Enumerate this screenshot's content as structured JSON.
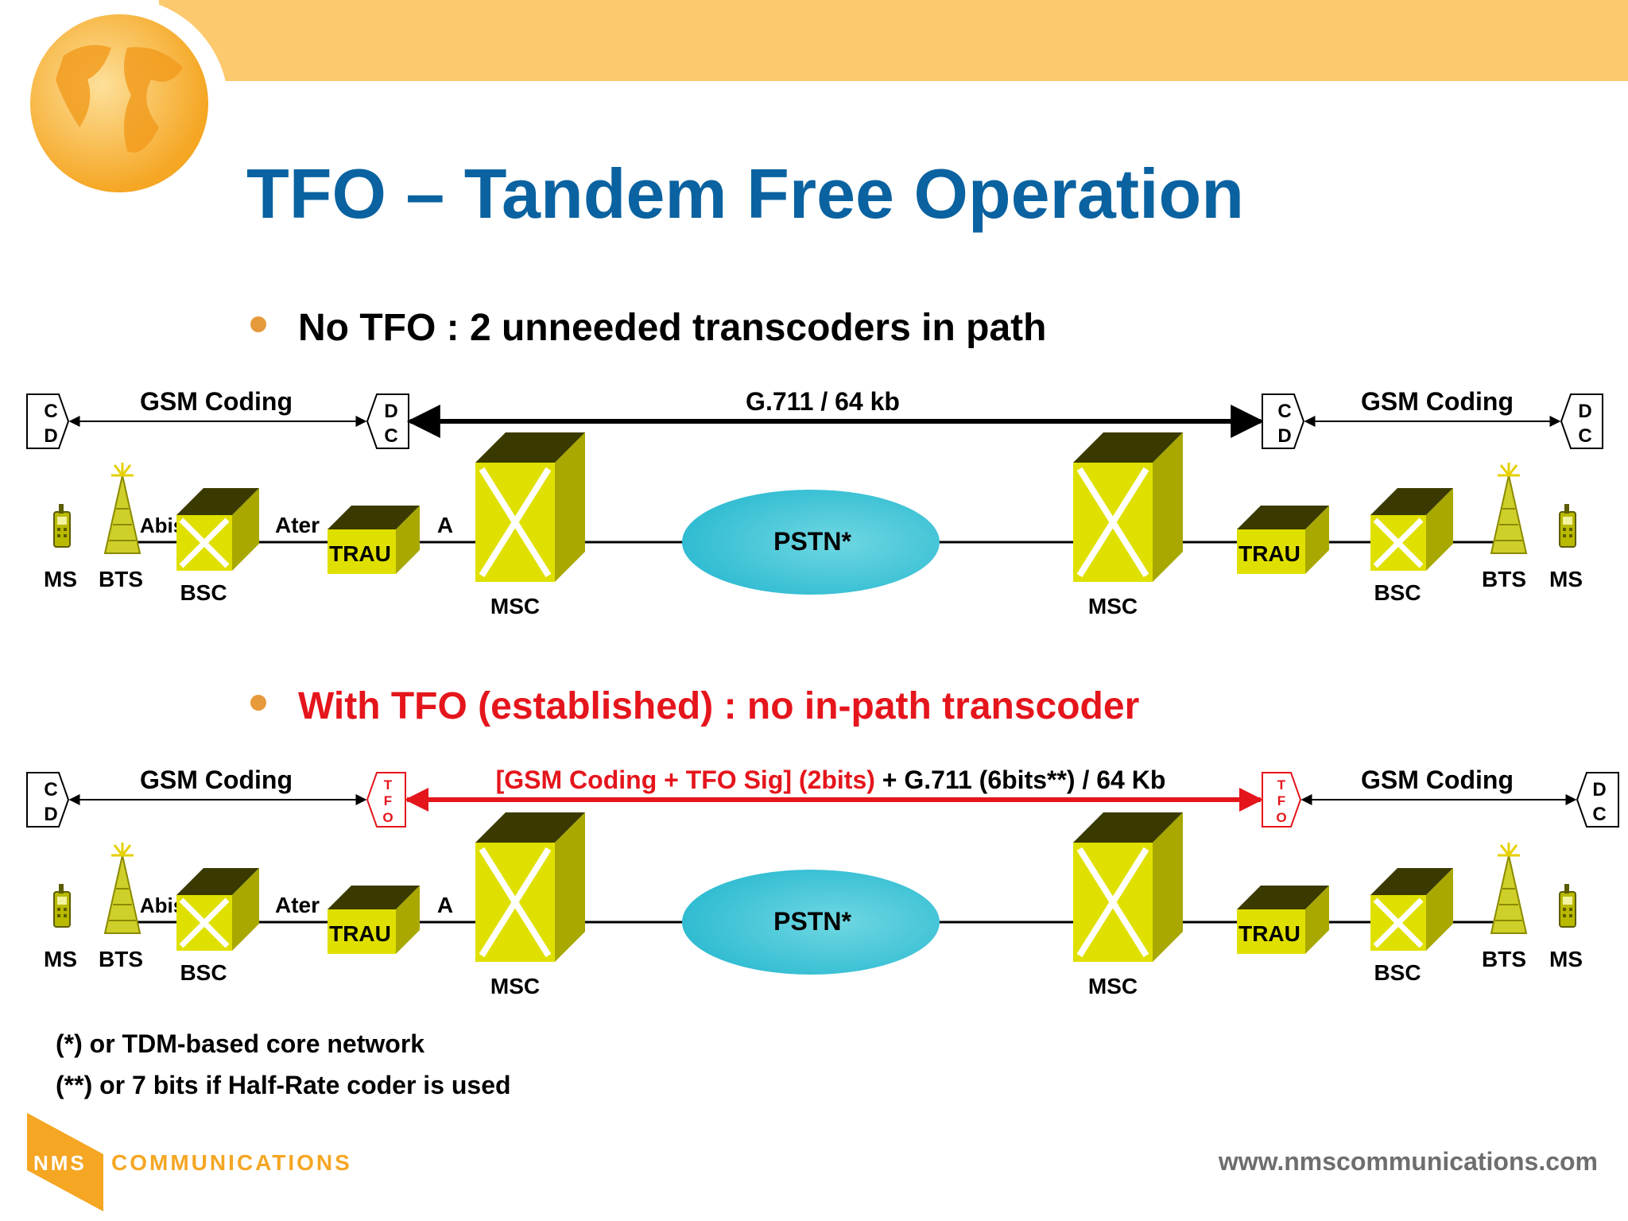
{
  "slide": {
    "title": "TFO – Tandem Free Operation",
    "colors": {
      "title": "#0a62a0",
      "accent_red": "#e5151c",
      "banner": "#fdc96e",
      "bullet": "#e69a3c",
      "equipment": "#d7d700",
      "cloud": "#3ec4d6",
      "footer_gray": "#6e6e6e"
    },
    "bullets": [
      {
        "text": "No TFO : 2 unneeded transcoders in path"
      },
      {
        "text": "With TFO (established) : no in-path transcoder"
      }
    ],
    "section1": {
      "left_codec": [
        "C",
        "D"
      ],
      "left_dc": [
        "D",
        "C"
      ],
      "right_cd": [
        "C",
        "D"
      ],
      "right_dc": [
        "D",
        "C"
      ],
      "gsm_coding_left": "GSM Coding",
      "gsm_coding_right": "GSM Coding",
      "middle_label": "G.711 / 64 kb"
    },
    "section2": {
      "left_codec": [
        "C",
        "D"
      ],
      "left_tfo": [
        "T",
        "F",
        "O"
      ],
      "right_tfo": [
        "T",
        "F",
        "O"
      ],
      "right_dc": [
        "D",
        "C"
      ],
      "gsm_coding_left": "GSM Coding",
      "gsm_coding_right": "GSM Coding",
      "middle_label_red": "[GSM Coding + TFO Sig] (2bits)",
      "middle_label_black": " + G.711 (6bits**) / 64 Kb"
    },
    "network": {
      "ms": "MS",
      "bts": "BTS",
      "bsc": "BSC",
      "trau": "TRAU",
      "msc": "MSC",
      "pstn": "PSTN*",
      "abis": "Abis",
      "ater": "Ater",
      "a": "A"
    },
    "footnotes": [
      "(*) or TDM-based core network",
      "(**) or 7 bits if Half-Rate coder is used"
    ],
    "footer": {
      "logo_nms": "NMS",
      "logo_comm": "COMMUNICATIONS",
      "website": "www.nmscommunications.com"
    }
  }
}
